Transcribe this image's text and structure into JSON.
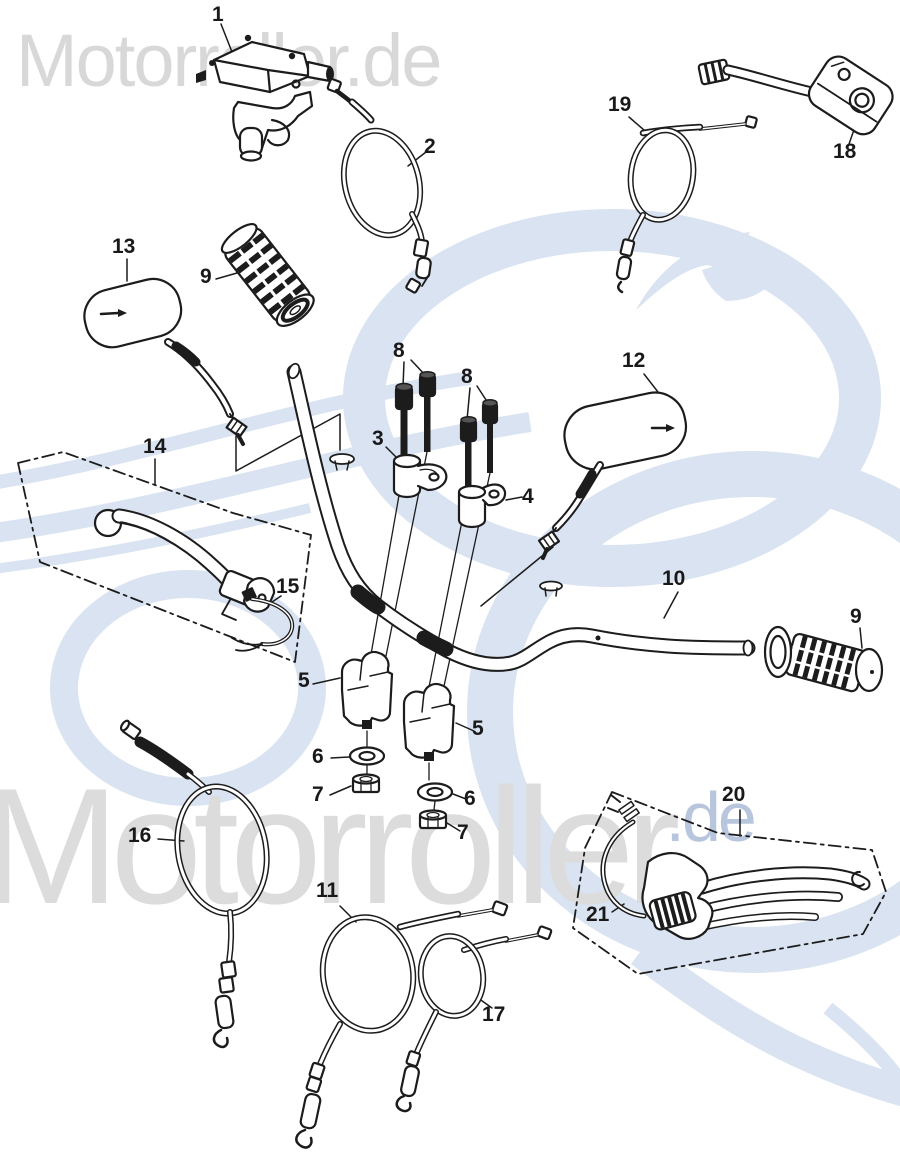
{
  "watermarks": {
    "top": "Motorroller.de",
    "bottom_main": "Motorroller",
    "bottom_suffix": ".de"
  },
  "colors": {
    "line_ink": "#1c1c1c",
    "watermark_gray_top": "#d8d8d8",
    "watermark_gray_bottom": "#dcdcdc",
    "watermark_blue_suffix": "#b8c6dd",
    "logo_light_blue": "#d9e3f1"
  },
  "labels": [
    {
      "part": "master-cylinder",
      "text": "1"
    },
    {
      "part": "front-brake-cable",
      "text": "2"
    },
    {
      "part": "cable-19",
      "text": "19"
    },
    {
      "part": "switch-assembly",
      "text": "18"
    },
    {
      "part": "mirror-left",
      "text": "13"
    },
    {
      "part": "grip-left",
      "text": "9"
    },
    {
      "part": "bolts-left",
      "text": "8"
    },
    {
      "part": "bolts-right",
      "text": "8"
    },
    {
      "part": "clamp-upper",
      "text": "3"
    },
    {
      "part": "clamp-lower",
      "text": "4"
    },
    {
      "part": "mirror-right",
      "text": "12"
    },
    {
      "part": "clutch-lever-assembly",
      "text": "14"
    },
    {
      "part": "wire-15",
      "text": "15"
    },
    {
      "part": "handlebar",
      "text": "10"
    },
    {
      "part": "grip-right",
      "text": "9"
    },
    {
      "part": "riser-clamp-left",
      "text": "5"
    },
    {
      "part": "riser-clamp-right",
      "text": "5"
    },
    {
      "part": "washer-left",
      "text": "6"
    },
    {
      "part": "nut-left",
      "text": "7"
    },
    {
      "part": "washer-right",
      "text": "6"
    },
    {
      "part": "nut-right",
      "text": "7"
    },
    {
      "part": "clutch-cable",
      "text": "16"
    },
    {
      "part": "throttle-cable-1",
      "text": "11"
    },
    {
      "part": "throttle-cable-2",
      "text": "17"
    },
    {
      "part": "brake-lever-assembly",
      "text": "20"
    },
    {
      "part": "wire-21",
      "text": "21"
    }
  ]
}
